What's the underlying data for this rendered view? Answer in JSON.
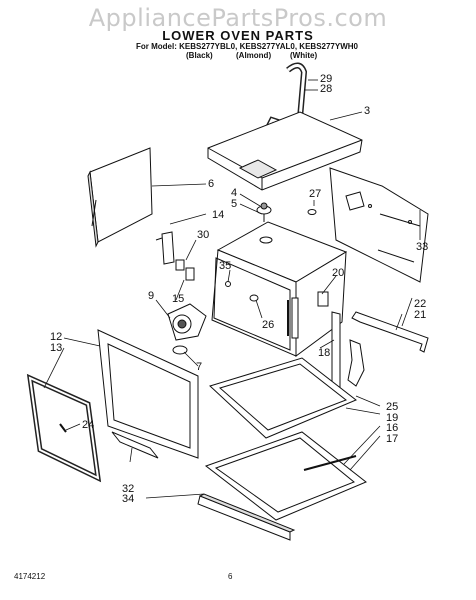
{
  "watermark": "AppliancePartsPros.com",
  "title": "LOWER OVEN PARTS",
  "models_line": "For Model: KEBS277YBL0, KEBS277YAL0, KEBS277YWH0",
  "colors": [
    "(Black)",
    "(Almond)",
    "(White)"
  ],
  "footer": {
    "doc_number": "4174212",
    "page_number": "6"
  },
  "callouts": [
    "29",
    "28",
    "3",
    "6",
    "27",
    "4",
    "5",
    "14",
    "30",
    "33",
    "35",
    "20",
    "22",
    "21",
    "9",
    "15",
    "26",
    "18",
    "12",
    "13",
    "7",
    "25",
    "19",
    "16",
    "17",
    "24",
    "32",
    "34"
  ]
}
